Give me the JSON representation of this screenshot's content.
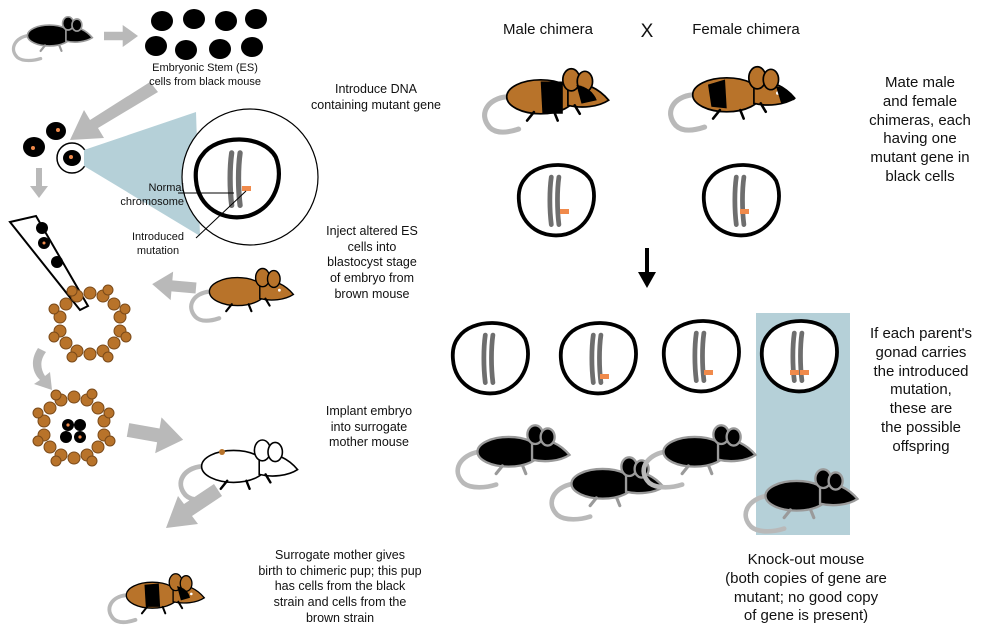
{
  "colors": {
    "black_mouse": "#000000",
    "brown_mouse": "#b8732a",
    "arrow_gray": "#b9b9b9",
    "chromosome_gray": "#6e6e6e",
    "mutation_orange": "#f08a4b",
    "highlight_blue": "#b5d0d8"
  },
  "labels": {
    "es_cells": [
      "Embryonic Stem (ES)",
      "cells from black mouse"
    ],
    "introduce_dna": [
      "Introduce DNA",
      "containing mutant gene"
    ],
    "normal_chromosome": [
      "Normal",
      "chromosome"
    ],
    "introduced_mutation": [
      "Introduced",
      "mutation"
    ],
    "inject": [
      "Inject altered ES",
      "cells into",
      "blastocyst stage",
      "of embryo from",
      "brown mouse"
    ],
    "implant": [
      "Implant embryo",
      "into surrogate",
      "mother mouse"
    ],
    "surrogate": [
      "Surrogate mother gives",
      "birth to chimeric pup; this pup",
      "has cells from the black",
      "strain and cells from the",
      "brown strain"
    ],
    "male_chimera": "Male chimera",
    "cross_symbol": "X",
    "female_chimera": "Female chimera",
    "mate": [
      "Mate male",
      "and female",
      "chimeras, each",
      "having one",
      "mutant gene in",
      "black cells"
    ],
    "if_each": [
      "If each parent's",
      "gonad carries",
      "the introduced",
      "mutation,",
      "these are",
      "the possible",
      "offspring"
    ],
    "knockout": [
      "Knock-out mouse",
      "(both copies of gene are",
      "mutant; no good copy",
      "of gene is present)"
    ]
  }
}
